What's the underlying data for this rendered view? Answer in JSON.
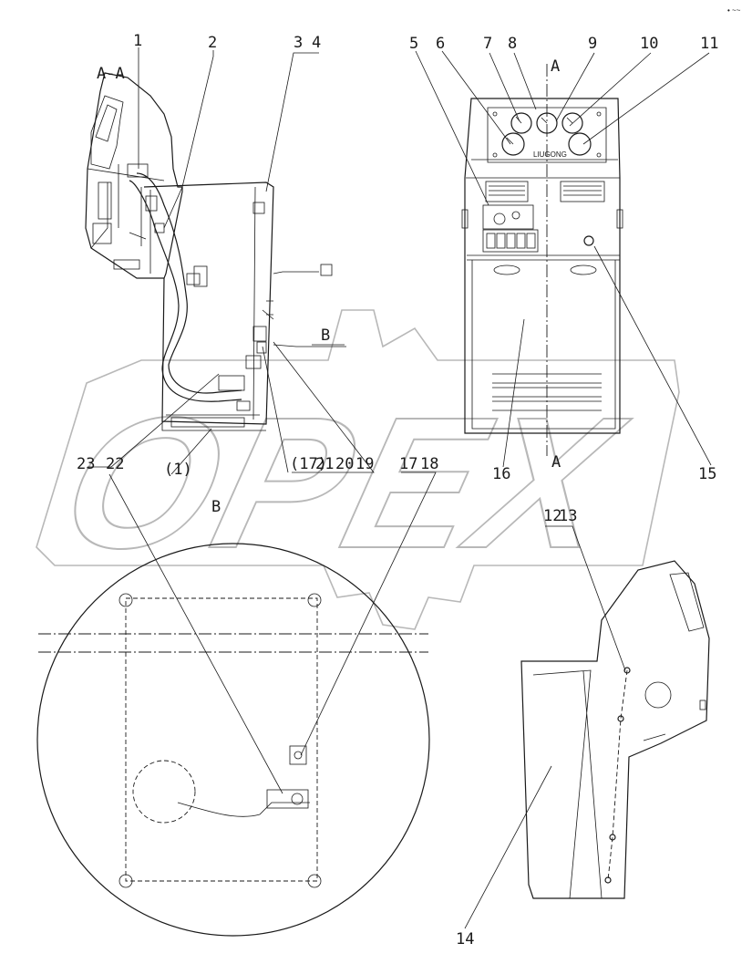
{
  "section_labels": {
    "section_aa": "A-A",
    "view_b": "B",
    "section_b_marker": "B",
    "cut_a_top": "A",
    "cut_a_bottom": "A"
  },
  "brand_text": "LIUGONG",
  "watermark_text": "OPEX",
  "corner_mark": "• ~~",
  "callouts": [
    {
      "id": "c1",
      "text": "1"
    },
    {
      "id": "c2",
      "text": "2"
    },
    {
      "id": "c3",
      "text": "3"
    },
    {
      "id": "c4",
      "text": "4"
    },
    {
      "id": "c5",
      "text": "5"
    },
    {
      "id": "c6",
      "text": "6"
    },
    {
      "id": "c7",
      "text": "7"
    },
    {
      "id": "c8",
      "text": "8"
    },
    {
      "id": "c9",
      "text": "9"
    },
    {
      "id": "c10",
      "text": "10"
    },
    {
      "id": "c11",
      "text": "11"
    },
    {
      "id": "c12",
      "text": "12"
    },
    {
      "id": "c13",
      "text": "13"
    },
    {
      "id": "c14",
      "text": "14"
    },
    {
      "id": "c15",
      "text": "15"
    },
    {
      "id": "c16",
      "text": "16"
    },
    {
      "id": "c17a",
      "text": "17"
    },
    {
      "id": "c18",
      "text": "18"
    },
    {
      "id": "c17b",
      "text": "(17)"
    },
    {
      "id": "c21",
      "text": "21"
    },
    {
      "id": "c20",
      "text": "20"
    },
    {
      "id": "c19",
      "text": "19"
    },
    {
      "id": "c23",
      "text": "23"
    },
    {
      "id": "c22",
      "text": "22"
    },
    {
      "id": "c1b",
      "text": "(1)"
    }
  ],
  "colors": {
    "line": "#1a1a1a",
    "watermark": "#b8b8b8",
    "background": "#ffffff"
  }
}
